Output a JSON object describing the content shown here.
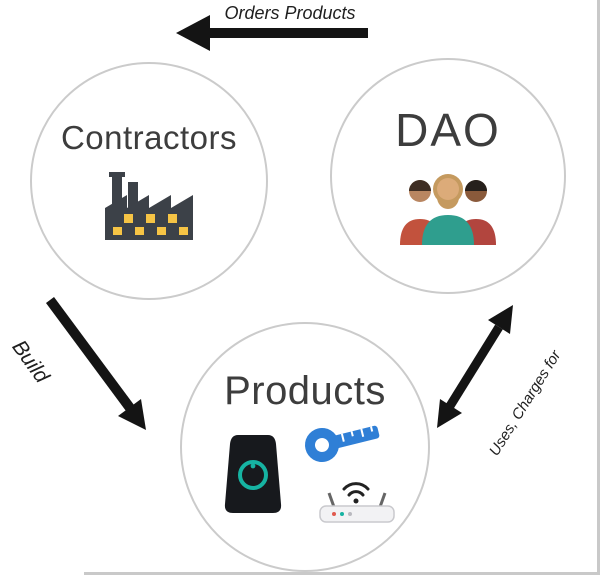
{
  "diagram": {
    "nodes": {
      "contractors": {
        "label": "Contractors",
        "icon": "factory-icon"
      },
      "dao": {
        "label": "DAO",
        "icon": "people-group-icon"
      },
      "products": {
        "label": "Products",
        "icon": "devices-icon"
      }
    },
    "edges": {
      "orders_products": {
        "label": "Orders Products",
        "direction": "left",
        "style": "single-arrow"
      },
      "build": {
        "label": "Build",
        "direction": "down-right",
        "style": "single-arrow"
      },
      "uses_charges": {
        "label": "Uses, Charges for",
        "direction": "bidirectional",
        "style": "double-arrow"
      }
    },
    "colors": {
      "arrow": "#141414",
      "circle_border": "#cbcbcb",
      "factory_body": "#3c4148",
      "window_yellow": "#f6c445",
      "tape_blue": "#2f7fd6",
      "speaker_teal": "#16b3a2",
      "shirt_teal": "#2f9e8e",
      "shirt_red": "#c2523d"
    }
  }
}
